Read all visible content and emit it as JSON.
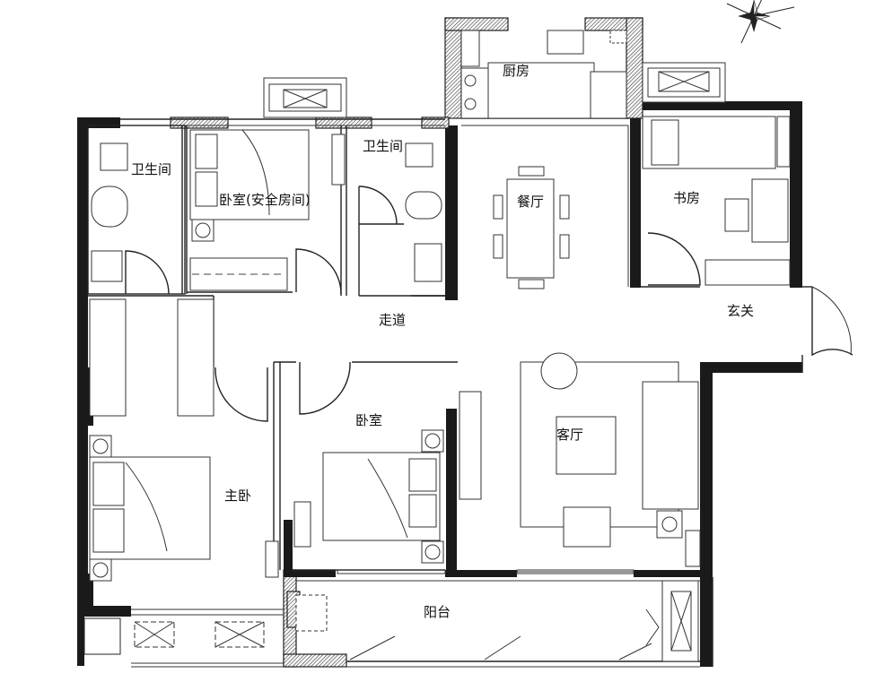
{
  "rooms": {
    "bathroom_left": "卫生间",
    "bedroom_safe": "卧室(安全房间)",
    "bathroom_mid": "卫生间",
    "kitchen": "厨房",
    "dining": "餐厅",
    "study": "书房",
    "entrance": "玄关",
    "corridor": "走道",
    "bedroom": "卧室",
    "living": "客厅",
    "master": "主卧",
    "balcony": "阳台"
  },
  "icons": {
    "compass": "compass-rose-icon"
  }
}
